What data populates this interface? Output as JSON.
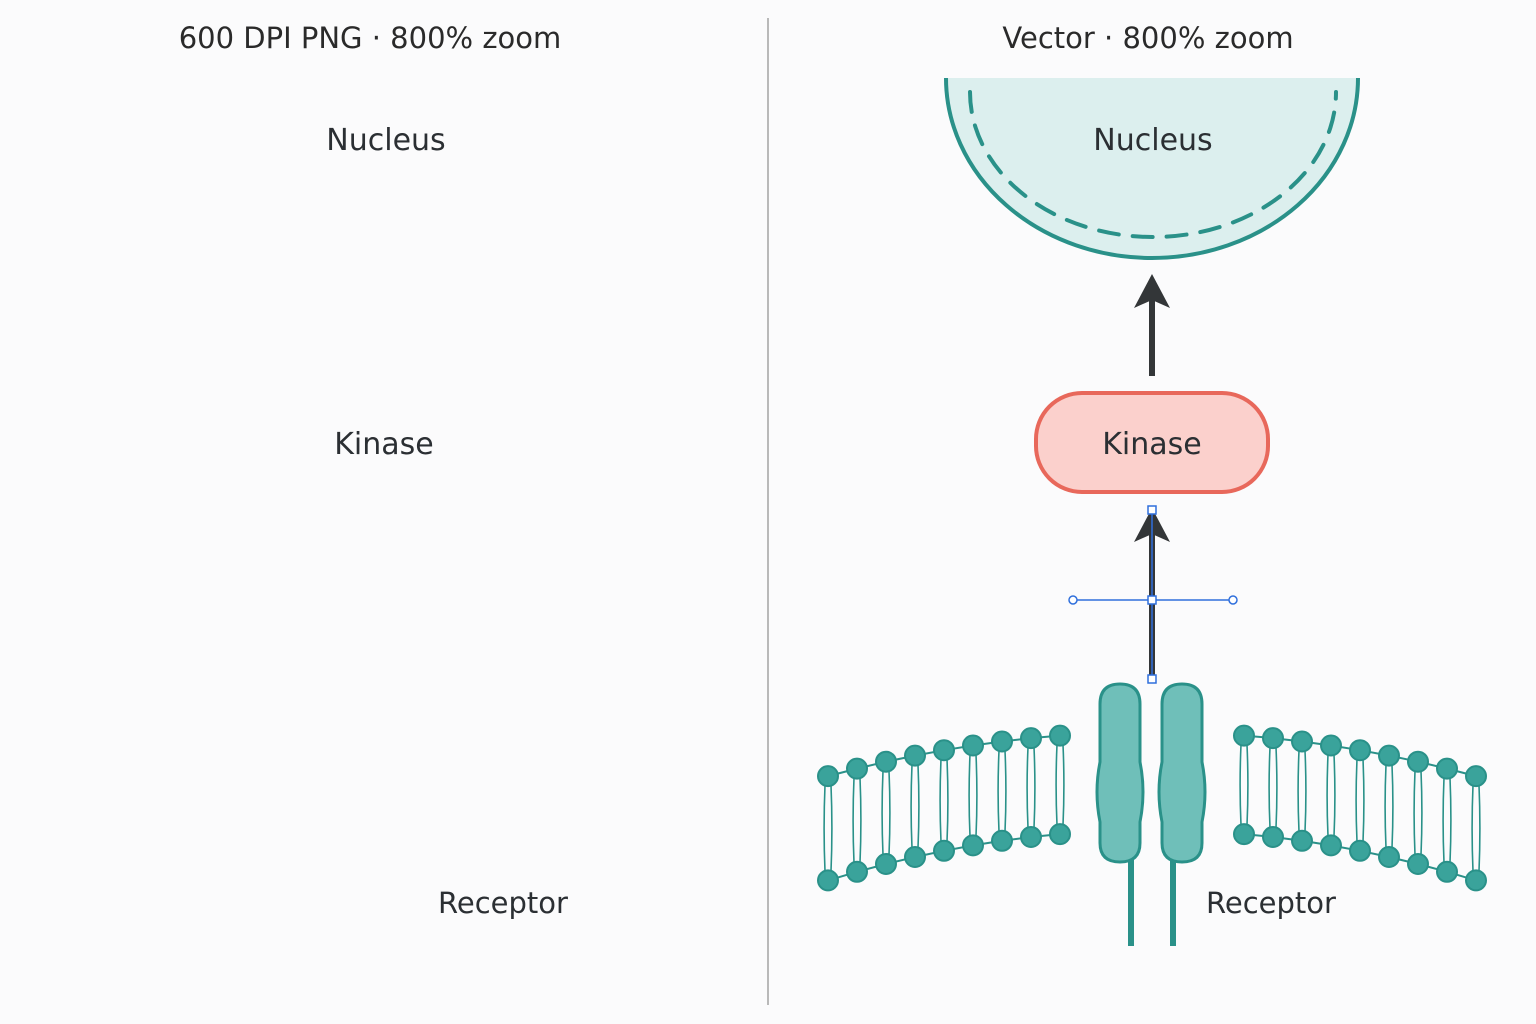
{
  "panels": [
    {
      "id": "raster",
      "caption": "600 DPI PNG · 800% zoom",
      "nucleus_label": "Nucleus",
      "kinase_label": "Kinase",
      "receptor_label": "Receptor",
      "rendering": "pixelated"
    },
    {
      "id": "vector",
      "caption": "Vector · 800% zoom",
      "nucleus_label": "Nucleus",
      "kinase_label": "Kinase",
      "receptor_label": "Receptor",
      "rendering": "smooth",
      "selection_handles": true
    }
  ],
  "colors": {
    "teal": "#2a9189",
    "teal_fill": "#dcefee",
    "teal_receptor": "#6fbfb9",
    "kinase_fill": "#fbd0cc",
    "kinase_stroke": "#e8685b",
    "arrow": "#333638",
    "selection": "#2f6fdc",
    "divider": "#b9b9b9"
  }
}
